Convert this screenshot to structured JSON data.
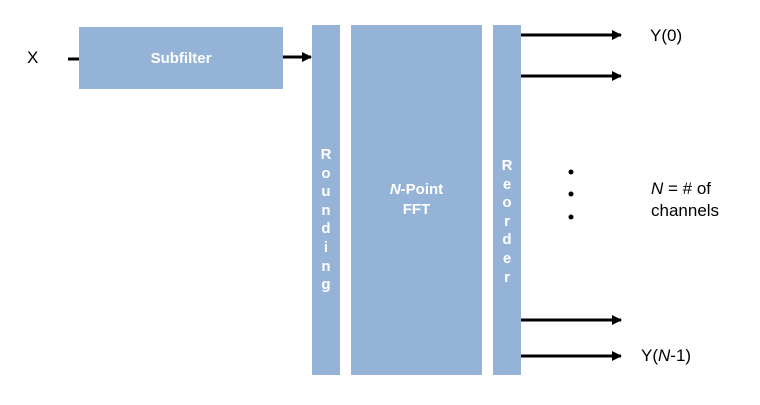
{
  "diagram": {
    "input_label": "X",
    "blocks": {
      "subfilter": "Subfilter",
      "rounding": [
        "R",
        "o",
        "u",
        "n",
        "d",
        "i",
        "n",
        "g"
      ],
      "fft": {
        "var": "N",
        "line1_rest": "-Point",
        "line2": "FFT"
      },
      "reorder": [
        "R",
        "e",
        "o",
        "r",
        "d",
        "e",
        "r"
      ]
    },
    "outputs": {
      "first": "Y(0)",
      "last_prefix": "Y(",
      "last_var": "N",
      "last_suffix": "-1)"
    },
    "note": {
      "var": "N",
      "line1_rest": " = # of",
      "line2": "channels"
    },
    "colors": {
      "block_fill": "#95b3d7",
      "block_text": "#ffffff",
      "arrow": "#000000"
    }
  }
}
